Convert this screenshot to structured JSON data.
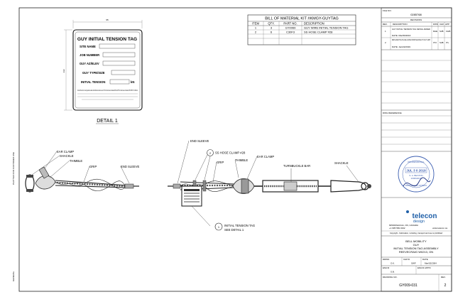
{
  "colors": {
    "ink": "#111111",
    "brand_blue": "#1f5fa8",
    "stamp_blue": "#3a5db0"
  },
  "sheet": {
    "file_no_label": "FILE NO.",
    "file_no": "0285768",
    "revisions_label": "REVISIONS",
    "rev_headers": [
      "REV.",
      "DESCRIPTION",
      "DWN",
      "CHK",
      "APP"
    ],
    "revisions": [
      {
        "rev": "1",
        "desc": "GUY INITIAL TENSION TAG DETAIL ADDED",
        "date": "DATE: Mar/09/2016",
        "dwn": "RAE",
        "chk": "SJB",
        "app": "CHB"
      },
      {
        "rev": "2",
        "desc": "REPLACED TAG PLACE ALONG FROM SHACKLE TO GUY GRIP",
        "date": "DATE: Jan/22/2019",
        "dwn": "ITO",
        "chk": "SJB",
        "app": "ITL"
      }
    ],
    "dwg_reference_label": "DWG REFERENCE",
    "company": "telecon",
    "company_sub": "design",
    "address": "MISSISSAUGA, ON, CANADA",
    "phone": "+1 905 569 3232",
    "website": "www.telecon.ca",
    "copyright": "Copyright - Fabrication, including, transport and use is prohibited",
    "title_lines": [
      "BELL MOBILITY",
      "GUY",
      "INITIAL TENSION TAG ASSEMBLY",
      "REEVECRAIG W0213, ON"
    ],
    "drwn_label": "DRWN",
    "drwn": "O.K.",
    "chkd_label": "CHK'D",
    "chkd": "SWF",
    "date_label": "DATE",
    "date": "Mar/02/2004",
    "engr_label": "ENG'R",
    "engr": "S.B.",
    "engr_appd_label": "ENG'R APP'D",
    "drawing_no_label": "DRAWING NO.",
    "drawing_no": "GY009-031",
    "rev_label": "REV.",
    "rev": "2",
    "stamp": {
      "text_top": "PROFESSIONAL",
      "date": "JUL 3 0 2019",
      "name": "S. A. BESTON",
      "number": "100092047",
      "province": "PROVINCE OF ONTARIO"
    }
  },
  "bom": {
    "title": "BILL OF MATERIAL KIT #KMGY-GUYTAG",
    "headers": [
      "ITEM",
      "QTY.",
      "PART NO.",
      "DESCRIPTION"
    ],
    "rows": [
      [
        "1",
        "3",
        "GY0069",
        "GUY WIRE INITIAL TENSION TAG"
      ],
      [
        "2",
        "6",
        "C30F3",
        "SS HOSE CLAMP #28"
      ]
    ]
  },
  "tag": {
    "dim_width": "95",
    "dim_height": "132",
    "title": "GUY INITIAL TENSION TAG",
    "fields": [
      "SITE NAME",
      "JOB NUMBER",
      "GUY AZ/ELEV",
      "GUY TYPE/SIZE",
      "INITIAL TENSION"
    ],
    "unit": "kN",
    "note": "Consult Tensor for current guide lines about initial Tensions shown are at 10°C for other levels of Lattices 80% and 5°C for other levels of Lattices 35% OR? ## = 0.004 mm",
    "detail_label": "DETAIL 1"
  },
  "callouts": {
    "ear_clamp_left": "EAR CLAMP",
    "shackle_left": "SHACKLE",
    "thimble_left": "THIMBLE",
    "grip_left": "GRIP",
    "end_sleeve_left": "END SLEEVE",
    "end_sleeve_mid": "END SLEEVE",
    "item2_num": "2",
    "item2_label": "SS HOSE CLAMP #28",
    "grip_mid": "GRIP",
    "thimble_mid": "THIMBLE",
    "ear_clamp_mid": "EAR CLAMP",
    "turnbuckle": "TURNBUCKLE BAR",
    "shackle_right": "SHACKLE",
    "item1_num": "1",
    "item1_label_1": "INITIAL TENSION TAG",
    "item1_label_2": "SEE DETAIL 1"
  },
  "margin": {
    "left_top": "PLOTTED FOR CUSTOMER USE",
    "left_bottom": "GENERAL"
  }
}
